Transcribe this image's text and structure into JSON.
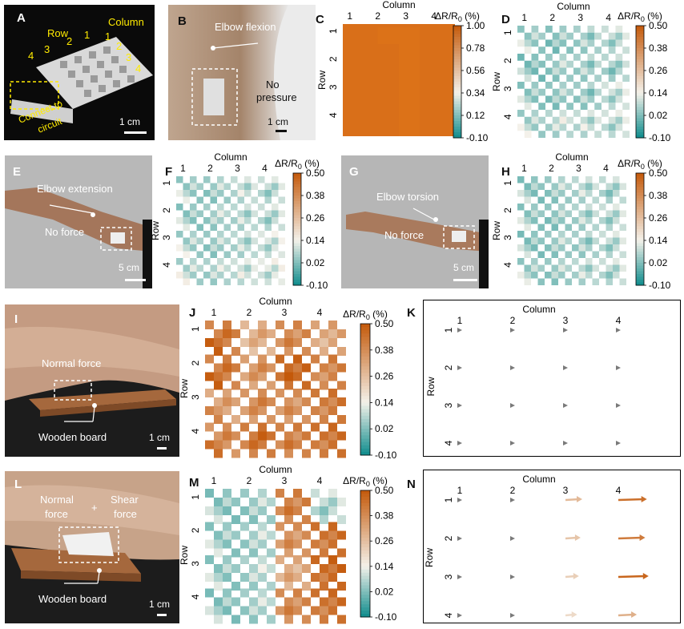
{
  "panels": {
    "A": {
      "letter": "A",
      "row_label": "Row",
      "col_label": "Column",
      "row_nums": [
        "4",
        "3",
        "2",
        "1"
      ],
      "col_nums": [
        "1",
        "2",
        "3",
        "4"
      ],
      "connect_label_1": "Connect to",
      "connect_label_2": "circuit",
      "scale": "1 cm"
    },
    "B": {
      "letter": "B",
      "motion": "Elbow flexion",
      "pressure_1": "No",
      "pressure_2": "pressure",
      "scale": "1 cm"
    },
    "C": {
      "letter": "C"
    },
    "D": {
      "letter": "D"
    },
    "E": {
      "letter": "E",
      "motion": "Elbow extension",
      "force": "No force",
      "scale": "5 cm"
    },
    "F": {
      "letter": "F"
    },
    "G": {
      "letter": "G",
      "motion": "Elbow torsion",
      "force": "No force",
      "scale": "5 cm"
    },
    "H": {
      "letter": "H"
    },
    "I": {
      "letter": "I",
      "force": "Normal force",
      "board": "Wooden board",
      "scale": "1 cm"
    },
    "J": {
      "letter": "J"
    },
    "K": {
      "letter": "K"
    },
    "L": {
      "letter": "L",
      "force_1a": "Normal",
      "force_1b": "force",
      "plus": "+",
      "force_2a": "Shear",
      "force_2b": "force",
      "board": "Wooden board",
      "scale": "1 cm"
    },
    "M": {
      "letter": "M"
    },
    "N": {
      "letter": "N"
    }
  },
  "axis": {
    "column": "Column",
    "row": "Row",
    "ticks": [
      "1",
      "2",
      "3",
      "4"
    ]
  },
  "colorbar": {
    "title_prefix": "ΔR/R",
    "title_sub": "0",
    "title_suffix": " (%)",
    "C_ticks": [
      "1.00",
      "0.78",
      "0.56",
      "0.34",
      "0.12",
      "-0.10"
    ],
    "std_ticks": [
      "0.50",
      "0.38",
      "0.26",
      "0.14",
      "0.02",
      "-0.10"
    ]
  },
  "colors": {
    "teal": "#0e8c8c",
    "mid": "#f4f1ea",
    "orange": "#c4590a",
    "uniform": "#d96f19"
  },
  "chart_data": [
    {
      "type": "heatmap",
      "panel": "C",
      "vmin": -0.1,
      "vmax": 1.0,
      "xlabel": "Column",
      "ylabel": "Row",
      "uniform_value": 0.85
    },
    {
      "type": "heatmap",
      "panel": "D",
      "vmin": -0.1,
      "vmax": 0.5,
      "xlabel": "Column",
      "ylabel": "Row",
      "values": [
        [
          0.08,
          0.05,
          0.06,
          0.07
        ],
        [
          0.05,
          0.07,
          0.06,
          0.05
        ],
        [
          0.07,
          0.06,
          0.05,
          0.08
        ],
        [
          0.09,
          0.1,
          0.09,
          0.08
        ]
      ]
    },
    {
      "type": "heatmap",
      "panel": "F",
      "vmin": -0.1,
      "vmax": 0.5,
      "xlabel": "Column",
      "ylabel": "Row",
      "values": [
        [
          0.08,
          0.07,
          0.09,
          0.07
        ],
        [
          0.07,
          0.08,
          0.08,
          0.07
        ],
        [
          0.09,
          0.07,
          0.08,
          0.09
        ],
        [
          0.1,
          0.09,
          0.1,
          0.1
        ]
      ]
    },
    {
      "type": "heatmap",
      "panel": "H",
      "vmin": -0.1,
      "vmax": 0.5,
      "xlabel": "Column",
      "ylabel": "Row",
      "values": [
        [
          0.06,
          0.07,
          0.08,
          0.06
        ],
        [
          0.07,
          0.06,
          0.07,
          0.07
        ],
        [
          0.06,
          0.07,
          0.06,
          0.07
        ],
        [
          0.08,
          0.07,
          0.08,
          0.07
        ]
      ]
    },
    {
      "type": "heatmap",
      "panel": "J",
      "vmin": -0.1,
      "vmax": 0.5,
      "xlabel": "Column",
      "ylabel": "Row",
      "values": [
        [
          0.44,
          0.3,
          0.38,
          0.3
        ],
        [
          0.44,
          0.36,
          0.46,
          0.38
        ],
        [
          0.35,
          0.38,
          0.36,
          0.4
        ],
        [
          0.4,
          0.44,
          0.4,
          0.42
        ]
      ]
    },
    {
      "type": "heatmap",
      "panel": "M",
      "vmin": -0.1,
      "vmax": 0.5,
      "xlabel": "Column",
      "ylabel": "Row",
      "values": [
        [
          0.06,
          0.07,
          0.4,
          0.07
        ],
        [
          0.07,
          0.08,
          0.36,
          0.42
        ],
        [
          0.07,
          0.09,
          0.3,
          0.44
        ],
        [
          0.06,
          0.08,
          0.38,
          0.42
        ]
      ]
    },
    {
      "type": "vector_field",
      "panel": "K",
      "xlabel": "Column",
      "ylabel": "Row",
      "vectors": [
        [
          [
            0,
            0
          ],
          [
            0,
            0
          ],
          [
            0,
            0
          ],
          [
            0,
            0
          ]
        ],
        [
          [
            0,
            0
          ],
          [
            0,
            0
          ],
          [
            0,
            0
          ],
          [
            0,
            0
          ]
        ],
        [
          [
            0,
            0
          ],
          [
            0,
            0
          ],
          [
            0,
            0
          ],
          [
            0,
            0
          ]
        ],
        [
          [
            0,
            0
          ],
          [
            0,
            0
          ],
          [
            0,
            0
          ],
          [
            0,
            0
          ]
        ]
      ]
    },
    {
      "type": "vector_field",
      "panel": "N",
      "xlabel": "Column",
      "ylabel": "Row",
      "vectors": [
        [
          [
            0,
            0
          ],
          [
            0,
            0
          ],
          [
            0.5,
            0
          ],
          [
            0.85,
            0
          ]
        ],
        [
          [
            0,
            0
          ],
          [
            0,
            0
          ],
          [
            0.45,
            0
          ],
          [
            0.8,
            0
          ]
        ],
        [
          [
            0,
            0
          ],
          [
            0,
            0
          ],
          [
            0.4,
            0
          ],
          [
            0.9,
            0
          ]
        ],
        [
          [
            0,
            0
          ],
          [
            0,
            0
          ],
          [
            0.35,
            0
          ],
          [
            0.55,
            0
          ]
        ]
      ]
    }
  ]
}
